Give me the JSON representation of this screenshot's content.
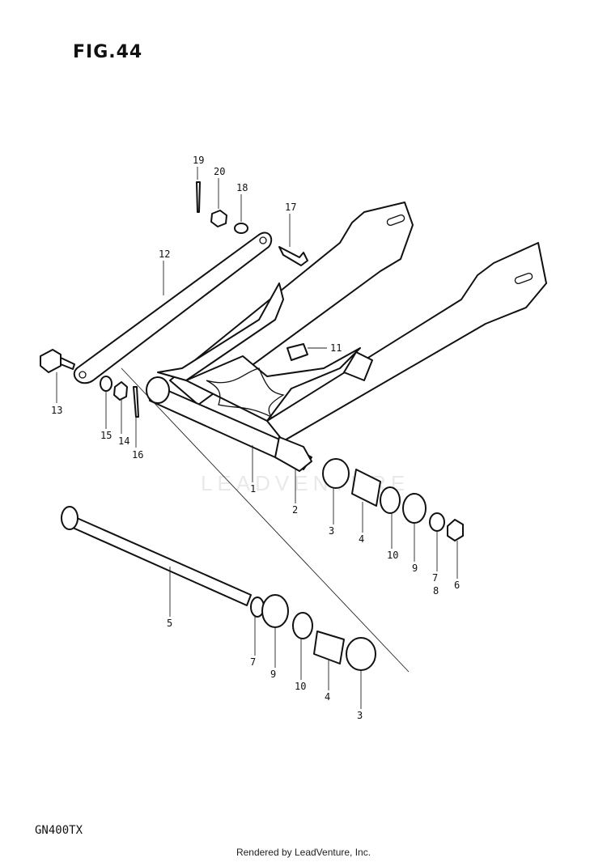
{
  "figure_label": "FIG.44",
  "model_code": "GN400TX",
  "footer_text": "Rendered by LeadVenture, Inc.",
  "watermark_text": "LEADVENTURE",
  "callouts": [
    "19",
    "20",
    "18",
    "17",
    "12",
    "11",
    "13",
    "15",
    "14",
    "16",
    "1",
    "2",
    "3",
    "4",
    "10",
    "9",
    "7",
    "8",
    "6",
    "5",
    "7",
    "9",
    "10",
    "4",
    "3"
  ]
}
